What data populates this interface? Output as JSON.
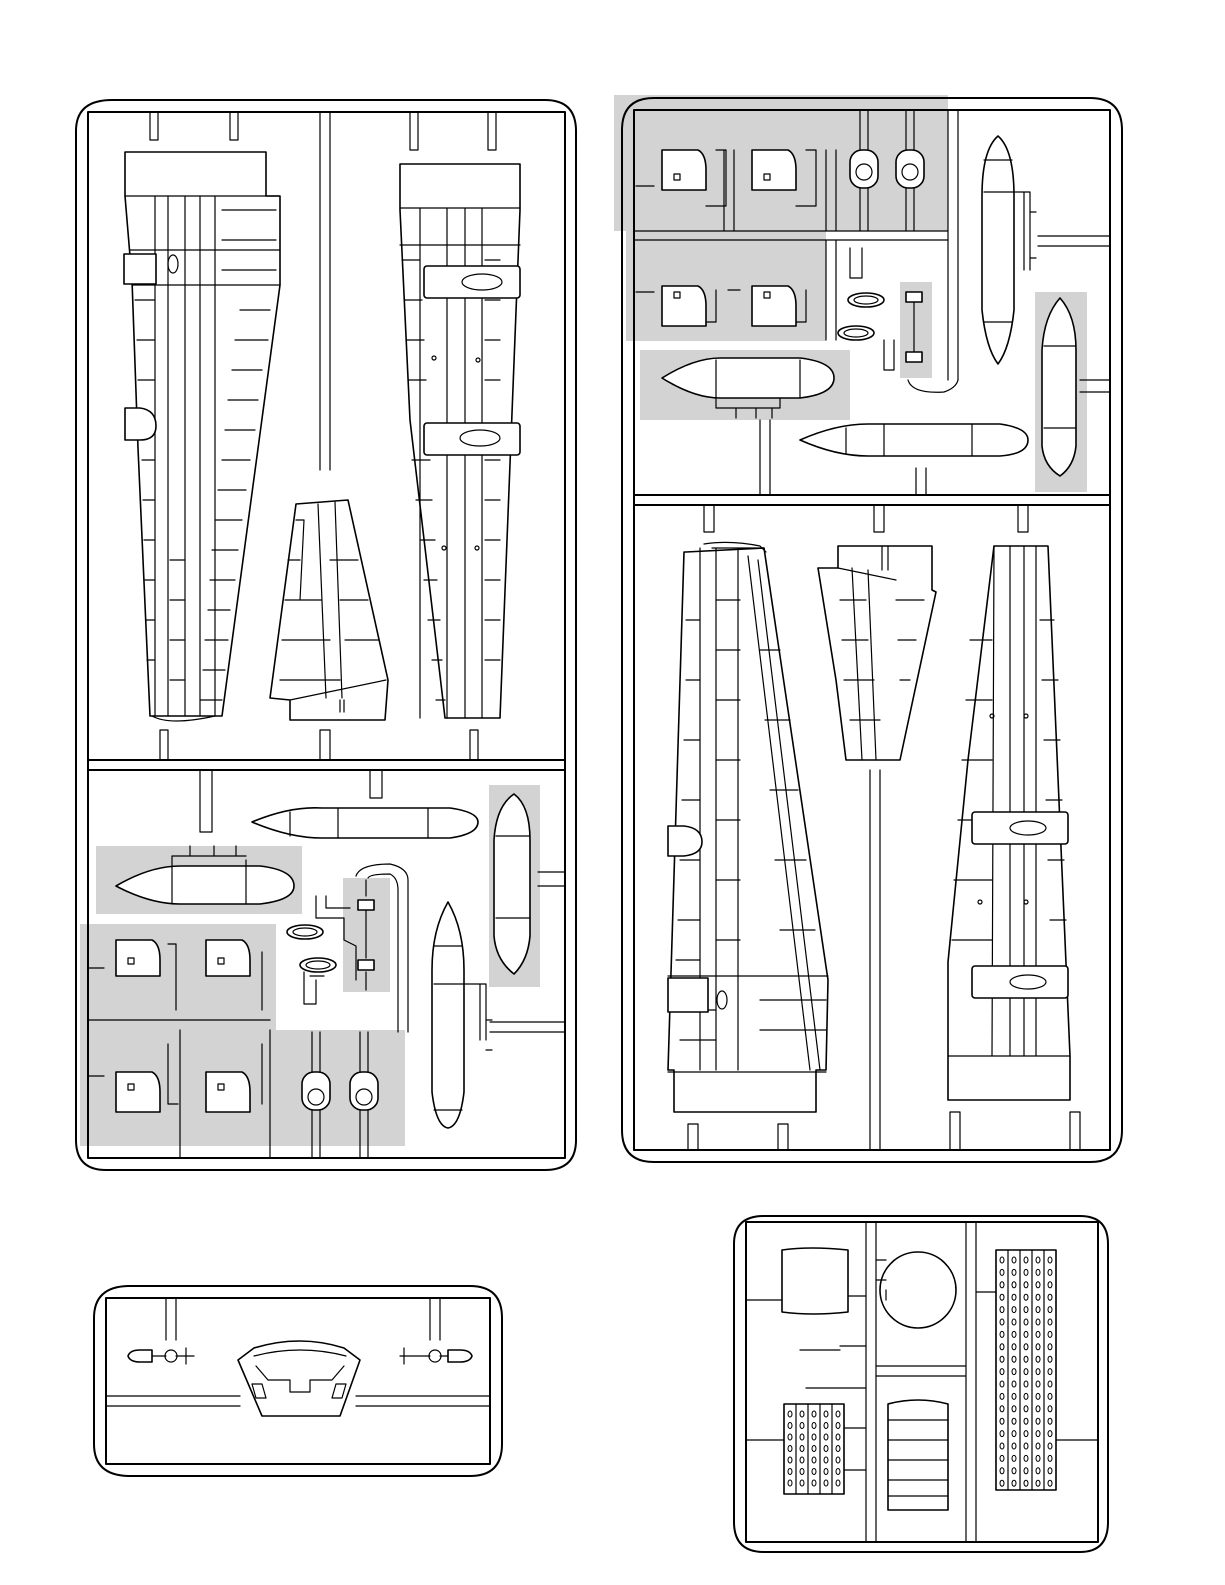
{
  "sheet": {
    "background": "#ffffff",
    "line_color": "#000000",
    "highlight_color": "#d3d3d3"
  },
  "sprues": [
    {
      "id": "sprue-wing-left",
      "parts": [
        "wing-upper-panel",
        "wing-lower-panel",
        "tailplane",
        "fuel-tank",
        "drop-tank",
        "engine-cowlings",
        "wheels"
      ]
    },
    {
      "id": "sprue-wing-right",
      "parts": [
        "wing-upper-panel",
        "wing-lower-panel",
        "tailplane",
        "fuel-tank",
        "drop-tank",
        "engine-cowlings",
        "wheels"
      ]
    },
    {
      "id": "sprue-canopy",
      "parts": [
        "windscreen",
        "antennas"
      ]
    },
    {
      "id": "sprue-detail",
      "parts": [
        "bulkhead",
        "round-panel",
        "gun-bay-grille",
        "radiator-grille",
        "perforated-panel"
      ]
    }
  ],
  "highlighted_parts": [
    "engine-cowlings",
    "fuel-tank",
    "drop-tank",
    "wheels",
    "struts"
  ]
}
